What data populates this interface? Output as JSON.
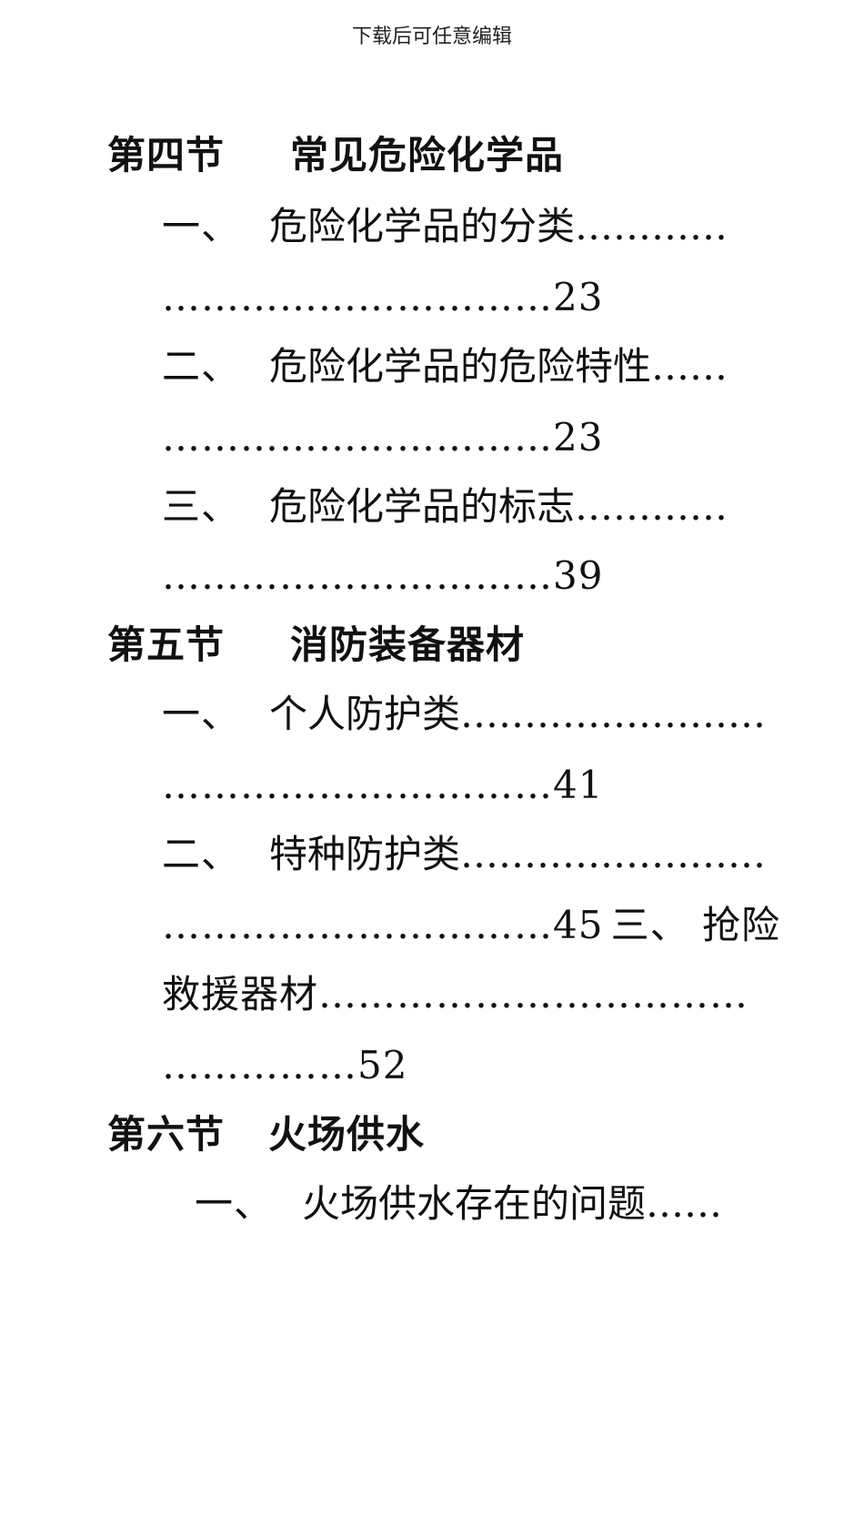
{
  "header": "下载后可任意编辑",
  "sec4": {
    "title_num": "第四节",
    "title_text": "常见危险化学品",
    "item1_num": "一、",
    "item1_text": "危险化学品的分类…………",
    "item1_dots": "…………………………23",
    "item2_num": "二、",
    "item2_text": "危险化学品的危险特性……",
    "item2_dots": "…………………………23",
    "item3_num": "三、",
    "item3_text": "危险化学品的标志…………",
    "item3_dots": "…………………………39"
  },
  "sec5": {
    "title_num": "第五节",
    "title_text": "消防装备器材",
    "item1_num": "一、",
    "item1_text": "个人防护类……………………",
    "item1_dots": "…………………………41",
    "item2_num": "二、",
    "item2_text": "特种防护类……………………",
    "item2_dots": "…………………………45",
    "item3_inline": "三、 抢险",
    "item3_text": "救援器材……………………………",
    "item3_dots": "……………52"
  },
  "sec6": {
    "title_num": "第六节",
    "title_text": "火场供水",
    "item1_num": "一、",
    "item1_text": "火场供水存在的问题……"
  }
}
